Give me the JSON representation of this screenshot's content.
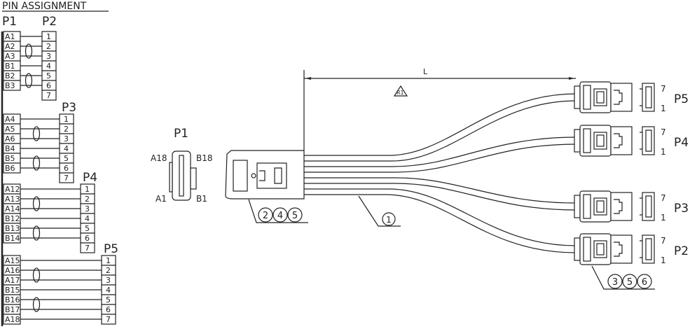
{
  "title": "PIN ASSIGNMENT",
  "p1_label": "P1",
  "groups": [
    {
      "label": "P2",
      "p1_pins": [
        "A1",
        "A2",
        "A3",
        "B1",
        "B2",
        "B3"
      ],
      "pins": [
        "1",
        "2",
        "3",
        "4",
        "5",
        "6",
        "7"
      ]
    },
    {
      "label": "P3",
      "p1_pins": [
        "A4",
        "A5",
        "A6",
        "B4",
        "B5",
        "B6"
      ],
      "pins": [
        "1",
        "2",
        "3",
        "4",
        "5",
        "6",
        "7"
      ]
    },
    {
      "label": "P4",
      "p1_pins": [
        "A12",
        "A13",
        "A14",
        "B12",
        "B13",
        "B14"
      ],
      "pins": [
        "1",
        "2",
        "3",
        "4",
        "5",
        "6",
        "7"
      ]
    },
    {
      "label": "P5",
      "p1_pins": [
        "A15",
        "A16",
        "A17",
        "B15",
        "B16",
        "B17",
        "A18"
      ],
      "pins": [
        "1",
        "2",
        "3",
        "4",
        "5",
        "6",
        "7"
      ]
    }
  ],
  "drawing": {
    "p1_view_label": "P1",
    "p1_corner_labels": {
      "top_left": "A18",
      "top_right": "B18",
      "bottom_left": "A1",
      "bottom_right": "B1"
    },
    "length_label": "L",
    "revision_mark": "R1",
    "callouts_plug": [
      "2",
      "4",
      "5"
    ],
    "callout_cable": "1",
    "callouts_sata": [
      "3",
      "5",
      "6"
    ],
    "connectors": [
      {
        "label": "P5",
        "pin_top": "7",
        "pin_bottom": "1"
      },
      {
        "label": "P4",
        "pin_top": "7",
        "pin_bottom": "1"
      },
      {
        "label": "P3",
        "pin_top": "7",
        "pin_bottom": "1"
      },
      {
        "label": "P2",
        "pin_top": "7",
        "pin_bottom": "1"
      }
    ]
  }
}
